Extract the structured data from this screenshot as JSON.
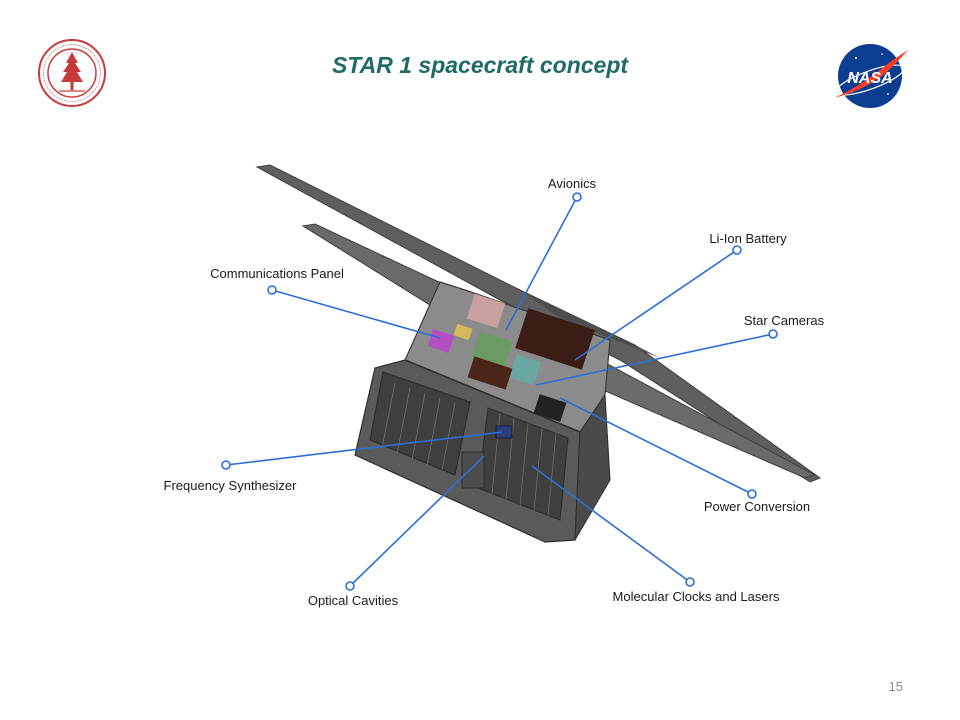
{
  "title": "STAR 1 spacecraft concept",
  "page_number": "15",
  "logos": {
    "left": "stanford-seal",
    "right": "nasa-meatball",
    "nasa_text": "NASA"
  },
  "colors": {
    "title": "#1f6b65",
    "leader_line": "#2b6fd6",
    "panel": "#5b5b5b",
    "stanford": "#c43b3b",
    "nasa_blue": "#0b3d91",
    "nasa_red": "#fc3d21"
  },
  "callouts": [
    {
      "label": "Avionics"
    },
    {
      "label": "Li-Ion Battery"
    },
    {
      "label": "Communications Panel"
    },
    {
      "label": "Star Cameras"
    },
    {
      "label": "Frequency Synthesizer"
    },
    {
      "label": "Power Conversion"
    },
    {
      "label": "Optical Cavities"
    },
    {
      "label": "Molecular Clocks and Lasers"
    }
  ]
}
